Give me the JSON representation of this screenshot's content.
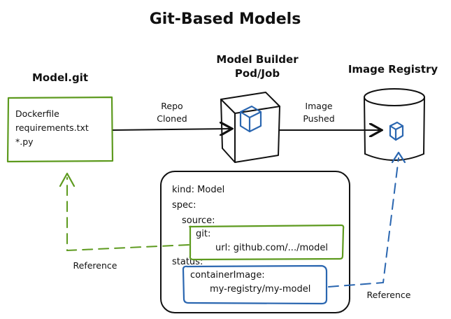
{
  "title": "Git-Based Models",
  "model_git": {
    "label": "Model.git",
    "files": [
      "Dockerfile",
      "requirements.txt",
      "*.py"
    ]
  },
  "builder": {
    "label_line1": "Model Builder",
    "label_line2": "Pod/Job"
  },
  "registry": {
    "label": "Image Registry"
  },
  "edges": {
    "repo_cloned_line1": "Repo",
    "repo_cloned_line2": "Cloned",
    "image_pushed_line1": "Image",
    "image_pushed_line2": "Pushed",
    "reference_left": "Reference",
    "reference_right": "Reference"
  },
  "manifest": {
    "lines": [
      "kind: Model",
      "spec:",
      "source:",
      "git:",
      "url: github.com/.../model",
      "status:",
      "containerImage:",
      "my-registry/my-model"
    ]
  },
  "colors": {
    "green": "#5d9a1e",
    "blue": "#2a66b0",
    "ink": "#111111"
  }
}
